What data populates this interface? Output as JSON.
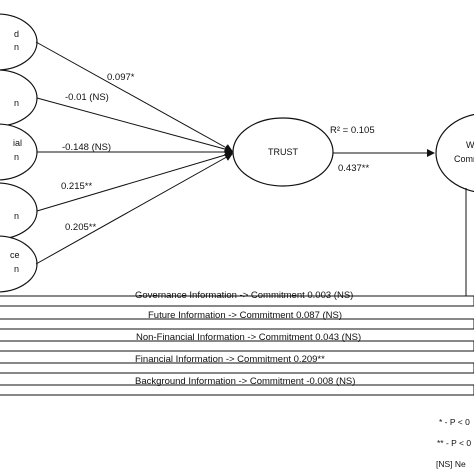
{
  "nodes": {
    "background": {
      "line1": "d",
      "line2": "n"
    },
    "future": {
      "line1": "",
      "line2": "n"
    },
    "nonfinancial": {
      "line1": "ial",
      "line2": "n"
    },
    "financial": {
      "line1": "",
      "line2": "n"
    },
    "governance": {
      "line1": "ce",
      "line2": "n"
    },
    "trust": {
      "label": "TRUST"
    },
    "commitment": {
      "line1": "W",
      "line2": "Comm"
    }
  },
  "paths": {
    "background_trust": "0.097*",
    "future_trust": "-0.01 (NS)",
    "nonfinancial_trust": "-0.148 (NS)",
    "financial_trust": "0.215**",
    "governance_trust": "0.205**",
    "trust_commitment": "0.437**",
    "r_squared": "R² = 0.105"
  },
  "direct_effects": [
    "Governance Information -> Commitment 0.003 (NS)",
    "Future Information -> Commitment 0.087 (NS)",
    "Non-Financial Information -> Commitment 0.043 (NS)",
    "Financial Information -> Commitment 0.209**",
    "Background Information -> Commitment -0.008 (NS)"
  ],
  "legend": [
    "*   - P < 0",
    "** - P < 0",
    "[NS]    Ne"
  ],
  "colors": {
    "line": "#111111",
    "background": "#ffffff"
  }
}
